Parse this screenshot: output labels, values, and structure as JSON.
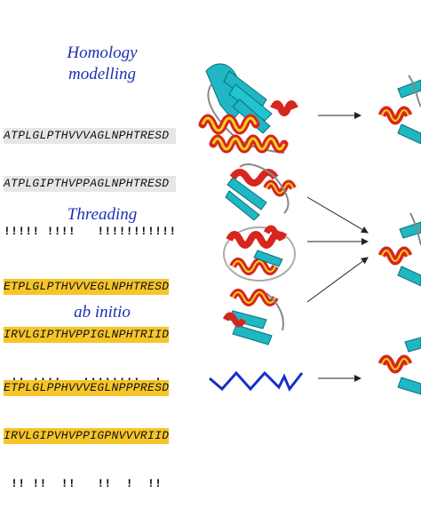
{
  "methods": {
    "homology": {
      "label_line1": "Homology",
      "label_line2": "modelling",
      "seq1": "ATPLGLPTHVVVAGLNPHTRESD",
      "seq2": "ATPLGIPTHVPPAGLNPHTRESD",
      "match": "!!!!! !!!!   !!!!!!!!!!!"
    },
    "threading": {
      "label": "Threading",
      "seq1": "ETPLGLPTHVVVEGLNPHTRESD",
      "seq2": "IRVLGIPTHVPPIGLNPHTRIID",
      "match": " !! !!!!   !!!!!!!!  !"
    },
    "abinitio": {
      "label": "ab initio",
      "seq1": "ETPLGLPPHVVVEGLNPPPRESD",
      "seq2": "IRVLGIPVHVPPIGPNVVVRIID",
      "match": " !! !!  !!   !!  !  !!"
    }
  },
  "colors": {
    "label": "#1e2fb5",
    "highlight": "#f6c52a",
    "helix_red": "#d7261e",
    "helix_yellow": "#f5d21f",
    "sheet": "#1fb7c4",
    "zigzag": "#1530c8"
  }
}
